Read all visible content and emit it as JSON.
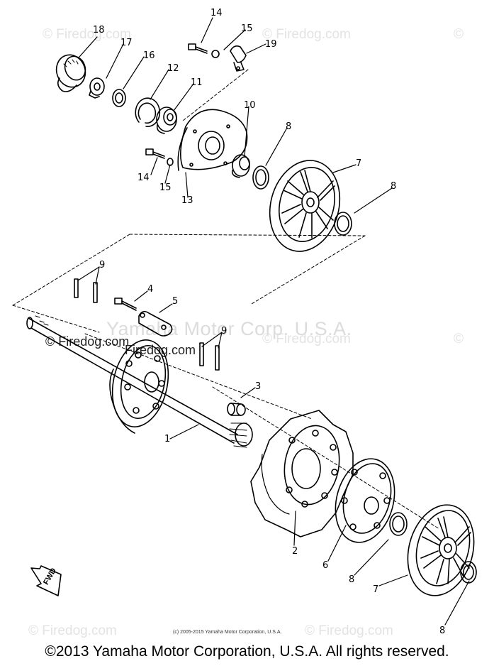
{
  "watermarks": {
    "site": "Firedog.com",
    "site_copy": "© Firedog.com",
    "vendor": "Yamaha Motor Corp. U.S.A."
  },
  "callouts": {
    "c1": "1",
    "c2": "2",
    "c3": "3",
    "c4": "4",
    "c5": "5",
    "c6": "6",
    "c7a": "7",
    "c7b": "7",
    "c8a": "8",
    "c8b": "8",
    "c8c": "8",
    "c8d": "8",
    "c9a": "9",
    "c9b": "9",
    "c10": "10",
    "c11": "11",
    "c12": "12",
    "c13": "13",
    "c14a": "14",
    "c14b": "14",
    "c15a": "15",
    "c15b": "15",
    "c16": "16",
    "c17": "17",
    "c18": "18",
    "c19": "19"
  },
  "fwd_label": "FWD",
  "small_copyright": "(c) 2005-2015 Yamaha Motor Corporation, U.S.A.",
  "footer_copyright": "©2013 Yamaha Motor Corporation, U.S.A. All rights reserved."
}
